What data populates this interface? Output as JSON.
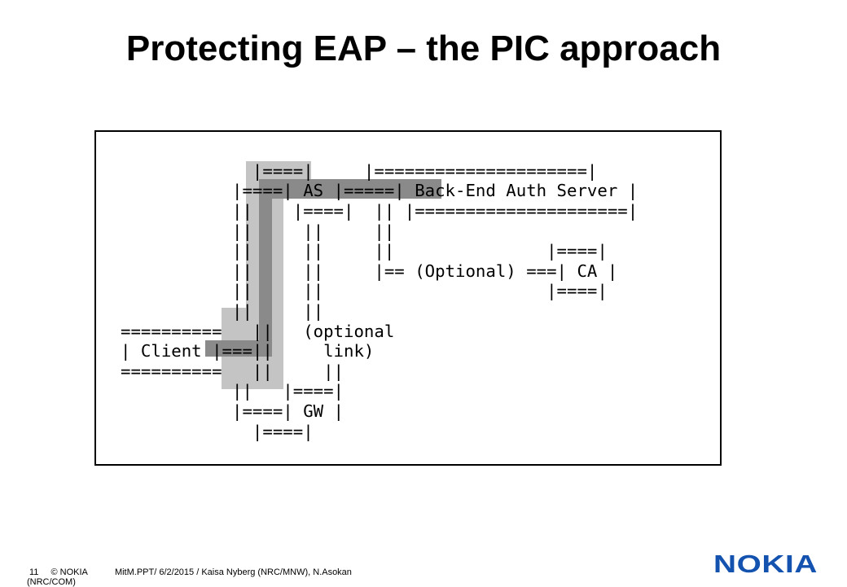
{
  "slide": {
    "title": "Protecting EAP – the PIC approach"
  },
  "diagram": {
    "lines": [
      "             |====|     |=====================|",
      "           |====| AS |=====| Back-End Auth Server |",
      "           ||    |====|  || |=====================|",
      "           ||     ||     ||",
      "           ||     ||     ||               |====|",
      "           ||     ||     |== (Optional) ===| CA |",
      "           ||     ||                      |====|",
      "           ||     ||",
      "==========   ||   (optional",
      "| Client |===||     link)",
      "==========   ||     ||",
      "           ||   |====|",
      "           |====| GW |",
      "             |====|"
    ]
  },
  "footer": {
    "page_number": "11",
    "copyright": "© NOKIA",
    "document_info": "MitM.PPT/ 6/2/2015 / Kaisa Nyberg (NRC/MNW), N.Asokan",
    "organization": "(NRC/COM)"
  },
  "logo": {
    "text": "NOKIA",
    "color": "#1452b0"
  },
  "colors": {
    "highlight_light": "#c4c4c4",
    "highlight_dark": "#8a8a8a"
  }
}
